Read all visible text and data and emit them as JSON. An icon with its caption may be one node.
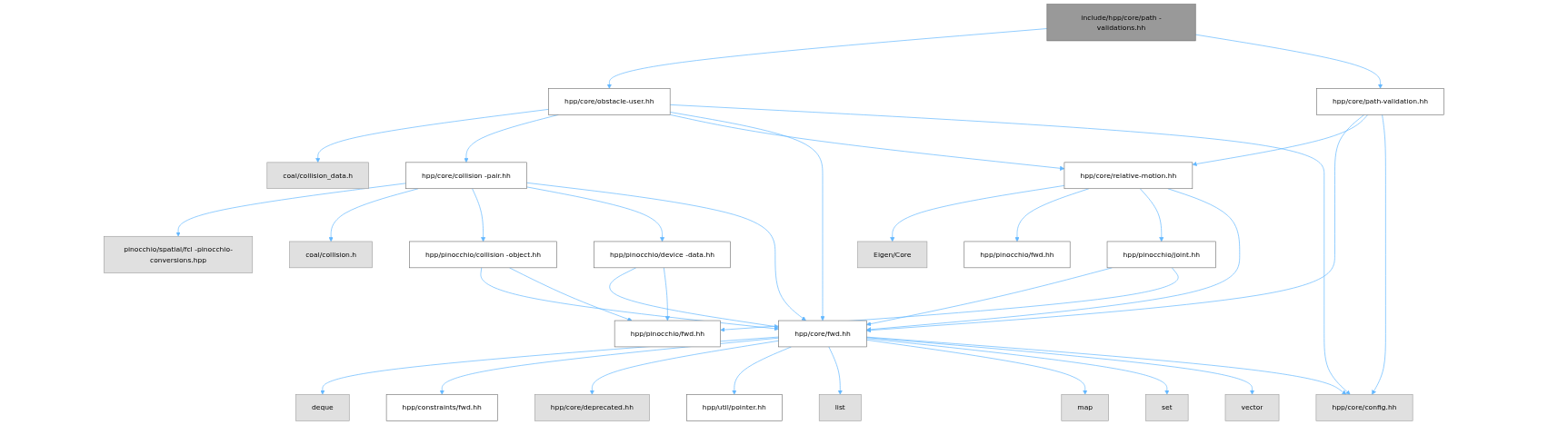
{
  "diagram": {
    "nodes": [
      {
        "text": [
          "include/hpp/core/path -validations.hh"
        ]
      },
      {
        "text": [
          "hpp/core/obstacle-user.hh"
        ]
      },
      {
        "text": [
          "hpp/core/path-validation.hh"
        ]
      },
      {
        "text": [
          "coal/collision_data.h"
        ]
      },
      {
        "text": [
          "hpp/core/collision -pair.hh"
        ]
      },
      {
        "text": [
          "hpp/core/relative-motion.hh"
        ]
      },
      {
        "text": [
          "pinocchio/spatial/fcl -pinocchio-conversions.hpp"
        ]
      },
      {
        "text": [
          "coal/collision.h"
        ]
      },
      {
        "text": [
          "hpp/pinocchio/collision -object.hh"
        ]
      },
      {
        "text": [
          "hpp/pinocchio/device -data.hh"
        ]
      },
      {
        "text": [
          "Eigen/Core"
        ]
      },
      {
        "text": [
          "hpp/pinocchio/fwd.hh"
        ]
      },
      {
        "text": [
          "hpp/pinocchio/joint.hh"
        ]
      },
      {
        "text": [
          "hpp/core/fwd.hh"
        ]
      },
      {
        "text": [
          "hpp/pinocchio/fwd.hh"
        ]
      },
      {
        "text": [
          "deque"
        ]
      },
      {
        "text": [
          "hpp/constraints/fwd.hh"
        ]
      },
      {
        "text": [
          "hpp/core/deprecated.hh"
        ]
      },
      {
        "text": [
          "hpp/util/pointer.hh"
        ]
      },
      {
        "text": [
          "list"
        ]
      },
      {
        "text": [
          "map"
        ]
      },
      {
        "text": [
          "set"
        ]
      },
      {
        "text": [
          "vector"
        ]
      },
      {
        "text": [
          "hpp/core/config.hh"
        ]
      }
    ],
    "edges": [
      {
        "from": 0,
        "to": 1,
        "arrow": "to"
      },
      {
        "from": 0,
        "to": 2,
        "arrow": "to"
      },
      {
        "from": 1,
        "to": 3,
        "arrow": "to"
      },
      {
        "from": 1,
        "to": 4,
        "arrow": "to"
      },
      {
        "from": 1,
        "to": 5,
        "arrow": "to"
      },
      {
        "from": 1,
        "to": 13,
        "arrow": "to"
      },
      {
        "from": 1,
        "to": 23,
        "arrow": "to"
      },
      {
        "from": 2,
        "to": 13,
        "arrow": "to"
      },
      {
        "from": 2,
        "to": 5,
        "arrow": "to"
      },
      {
        "from": 2,
        "to": 23,
        "arrow": "to"
      },
      {
        "from": 4,
        "to": 6,
        "arrow": "to"
      },
      {
        "from": 4,
        "to": 7,
        "arrow": "to"
      },
      {
        "from": 4,
        "to": 8,
        "arrow": "to"
      },
      {
        "from": 4,
        "to": 9,
        "arrow": "to"
      },
      {
        "from": 4,
        "to": 13,
        "arrow": "to"
      },
      {
        "from": 5,
        "to": 10,
        "arrow": "to"
      },
      {
        "from": 5,
        "to": 11,
        "arrow": "to"
      },
      {
        "from": 5,
        "to": 12,
        "arrow": "to"
      },
      {
        "from": 5,
        "to": 13,
        "arrow": "to"
      },
      {
        "from": 8,
        "to": 13,
        "arrow": "to"
      },
      {
        "from": 8,
        "to": 14,
        "arrow": "to"
      },
      {
        "from": 9,
        "to": 13,
        "arrow": "to"
      },
      {
        "from": 9,
        "to": 14,
        "arrow": "to"
      },
      {
        "from": 12,
        "to": 13,
        "arrow": "to"
      },
      {
        "from": 12,
        "to": 14,
        "arrow": "to"
      },
      {
        "from": 13,
        "to": 15,
        "arrow": "to"
      },
      {
        "from": 13,
        "to": 16,
        "arrow": "to"
      },
      {
        "from": 13,
        "to": 17,
        "arrow": "to"
      },
      {
        "from": 13,
        "to": 18,
        "arrow": "to"
      },
      {
        "from": 13,
        "to": 19,
        "arrow": "to"
      },
      {
        "from": 13,
        "to": 20,
        "arrow": "to"
      },
      {
        "from": 13,
        "to": 21,
        "arrow": "to"
      },
      {
        "from": 13,
        "to": 22,
        "arrow": "to"
      },
      {
        "from": 13,
        "to": 23,
        "arrow": "to"
      }
    ]
  }
}
